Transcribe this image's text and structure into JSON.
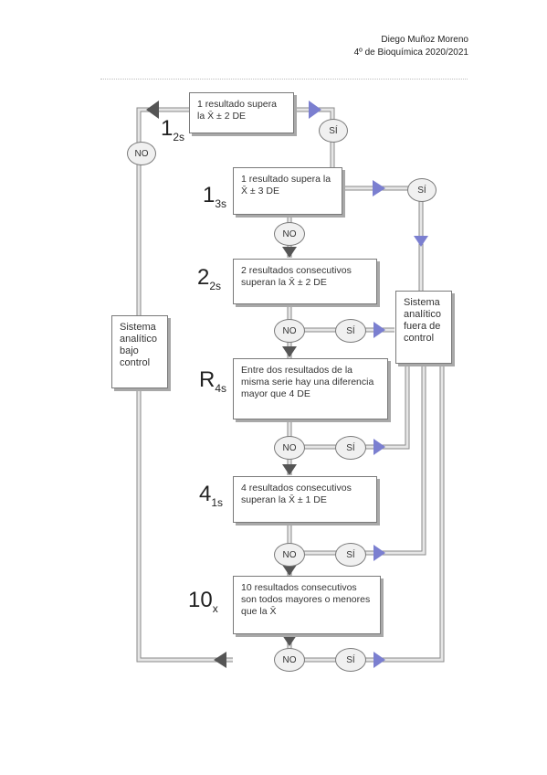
{
  "header": {
    "author": "Diego Muñoz Moreno",
    "course": "4º de Bioquímica 2020/2021"
  },
  "rules": [
    {
      "main": "1",
      "sub": "2s",
      "text": "1 resultado supera la X̄ ± 2 DE"
    },
    {
      "main": "1",
      "sub": "3s",
      "text": "1 resultado supera la X̄ ± 3 DE"
    },
    {
      "main": "2",
      "sub": "2s",
      "text": "2 resultados consecutivos superan la X̄ ± 2 DE"
    },
    {
      "main": "R",
      "sub": "4s",
      "text": "Entre dos resultados de la misma serie hay una diferencia mayor que 4 DE"
    },
    {
      "main": "4",
      "sub": "1s",
      "text": "4 resultados consecutivos superan la X̄ ± 1 DE"
    },
    {
      "main": "10",
      "sub": "x",
      "text": "10 resultados consecutivos son todos mayores o menores que la X̄"
    }
  ],
  "labels": {
    "yes": "SÍ",
    "no": "NO"
  },
  "status": {
    "in_control": "Sistema analítico bajo control",
    "out_of_control": "Sistema analítico fuera de control"
  },
  "colors": {
    "line": "#cfcfcf",
    "line_edge": "#8a8a8a",
    "arrow_yes": "#7b7fd0",
    "arrow_no": "#555555"
  }
}
